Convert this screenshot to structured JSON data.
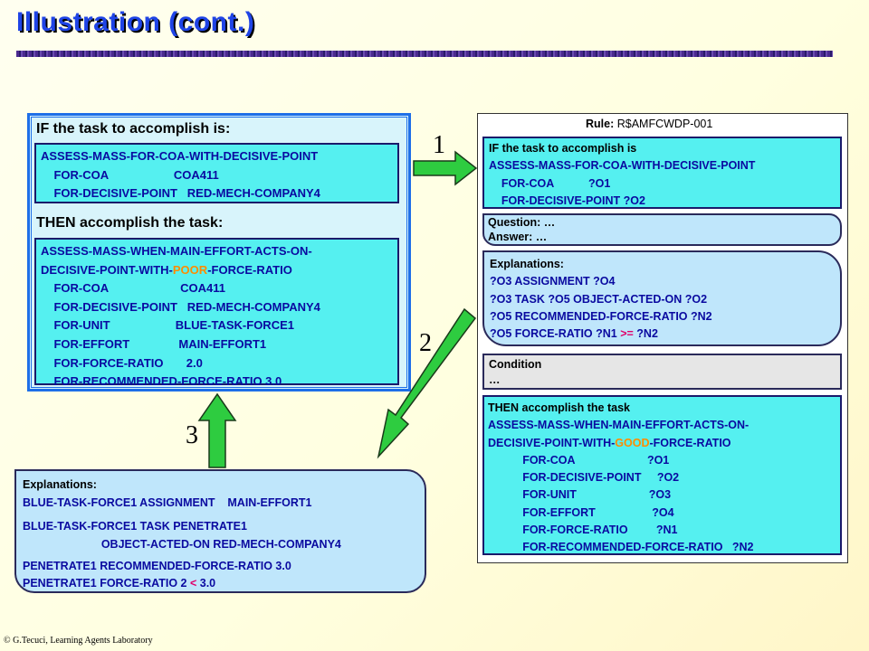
{
  "title": "Illustration (cont.)",
  "footer": "© G.Tecuci, Learning Agents Laboratory",
  "left": {
    "if_heading": "IF the task to accomplish is:",
    "if_lines": [
      "ASSESS-MASS-FOR-COA-WITH-DECISIVE-POINT",
      "    FOR-COA                    COA411",
      "    FOR-DECISIVE-POINT   RED-MECH-COMPANY4"
    ],
    "then_heading": "THEN accomplish the task:",
    "then_line1": "ASSESS-MASS-WHEN-MAIN-EFFORT-ACTS-ON-",
    "then_line2_pre": "DECISIVE-POINT-WITH-",
    "then_line2_hl": "POOR",
    "then_line2_post": "-FORCE-RATIO",
    "then_lines": [
      "    FOR-COA                      COA411",
      "    FOR-DECISIVE-POINT   RED-MECH-COMPANY4",
      "    FOR-UNIT                    BLUE-TASK-FORCE1",
      "    FOR-EFFORT               MAIN-EFFORT1",
      "    FOR-FORCE-RATIO       2.0",
      "    FOR-RECOMMENDED-FORCE-RATIO 3.0"
    ]
  },
  "right": {
    "rule_label": "Rule:",
    "rule_name": "R$AMFCWDP-001",
    "if_lines": [
      "IF the task to accomplish is",
      "ASSESS-MASS-FOR-COA-WITH-DECISIVE-POINT",
      "    FOR-COA           ?O1",
      "    FOR-DECISIVE-POINT ?O2"
    ],
    "question": "Question: …",
    "answer": "Answer: …",
    "expl_title": "Explanations:",
    "expl_lines": [
      "?O3 ASSIGNMENT ?O4",
      "?O3 TASK ?O5 OBJECT-ACTED-ON ?O2",
      "?O5 RECOMMENDED-FORCE-RATIO ?N2"
    ],
    "expl_last_pre": "?O5 FORCE-RATIO ?N1 ",
    "expl_last_op": ">=",
    "expl_last_post": " ?N2",
    "condition_title": "Condition",
    "condition_value": "…",
    "then_title": "THEN accomplish the task",
    "then_line1": "ASSESS-MASS-WHEN-MAIN-EFFORT-ACTS-ON-",
    "then_line2_pre": "DECISIVE-POINT-WITH-",
    "then_line2_hl": "GOOD",
    "then_line2_post": "-FORCE-RATIO",
    "then_lines": [
      "           FOR-COA                       ?O1",
      "           FOR-DECISIVE-POINT     ?O2",
      "           FOR-UNIT                       ?O3",
      "           FOR-EFFORT                  ?O4",
      "           FOR-FORCE-RATIO         ?N1",
      "           FOR-RECOMMENDED-FORCE-RATIO   ?N2"
    ]
  },
  "bottom_expl": {
    "title": "Explanations:",
    "line1": "BLUE-TASK-FORCE1 ASSIGNMENT    MAIN-EFFORT1",
    "line2": "BLUE-TASK-FORCE1 TASK PENETRATE1",
    "line3": "                         OBJECT-ACTED-ON RED-MECH-COMPANY4",
    "line4": "PENETRATE1 RECOMMENDED-FORCE-RATIO 3.0",
    "line5_pre": "PENETRATE1 FORCE-RATIO 2 ",
    "line5_op": "<",
    "line5_post": " 3.0"
  },
  "steps": [
    "1",
    "2",
    "3"
  ],
  "colors": {
    "title": "#1f44e6",
    "arrow": "#2ecc40",
    "highlight": "#ff8c00",
    "operator": "#e0006a"
  }
}
